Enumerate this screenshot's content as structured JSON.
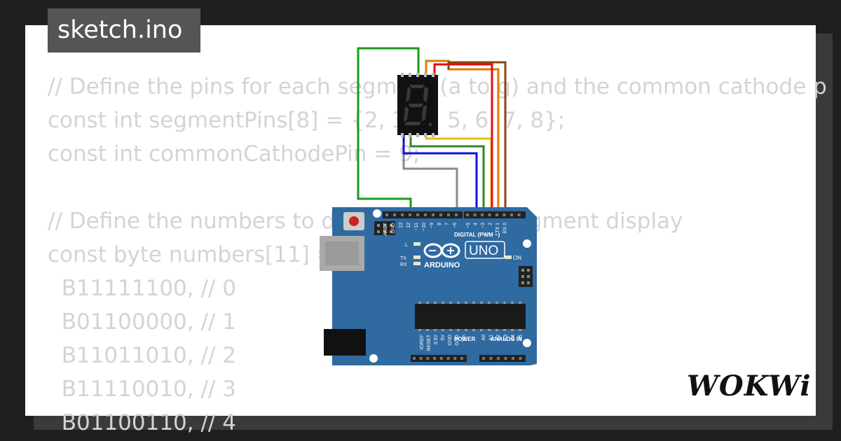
{
  "filename": "sketch.ino",
  "code_lines": [
    "// Define the pins for each segment (a to g) and the common cathode p",
    "const int segmentPins[8] = {2, 3, 4, 5, 6, 7, 8};",
    "const int commonCathodePin = 9;",
    "",
    "// Define the numbers to display on the 7-segment display",
    "const byte numbers[11] = {",
    "  B11111100, // 0",
    "  B01100000, // 1",
    "  B11011010, // 2",
    "  B11110010, // 3",
    "  B01100110, // 4"
  ],
  "board": {
    "model": "UNO",
    "brand": "ARDUINO",
    "digital_label": "DIGITAL (PWM ~)",
    "power_label": "POWER",
    "analog_label": "ANALOG IN",
    "on_label": "ON",
    "led_labels": [
      "L",
      "TX",
      "RX"
    ],
    "top_header_labels": [
      "AREF",
      "GND",
      "13",
      "12",
      "~11",
      "~10",
      "~9",
      "8",
      "7",
      "~6",
      "~5",
      "4",
      "~3",
      "2",
      "TX 1",
      "RX 0"
    ],
    "power_pin_labels": [
      "IOREF",
      "RESET",
      "3.3V",
      "5V",
      "GND",
      "GND",
      "Vin"
    ],
    "analog_pin_labels": [
      "A0",
      "A1",
      "A2",
      "A3",
      "A4",
      "A5"
    ]
  },
  "wire_colors": {
    "gnd": "#1a9a1a",
    "gray": "#8a8a8a",
    "blue": "#1010e0",
    "green": "#2a8a2a",
    "yellow": "#e6c000",
    "orange": "#e07a00",
    "red": "#e01010",
    "brown": "#8b4513"
  },
  "colors": {
    "board": "#2f6aa1",
    "display_body": "#111111",
    "segment_off": "#3a3a3a",
    "code_text": "#d4d4d4",
    "tag_bg": "#555555"
  },
  "logo_text": "WOKWi"
}
